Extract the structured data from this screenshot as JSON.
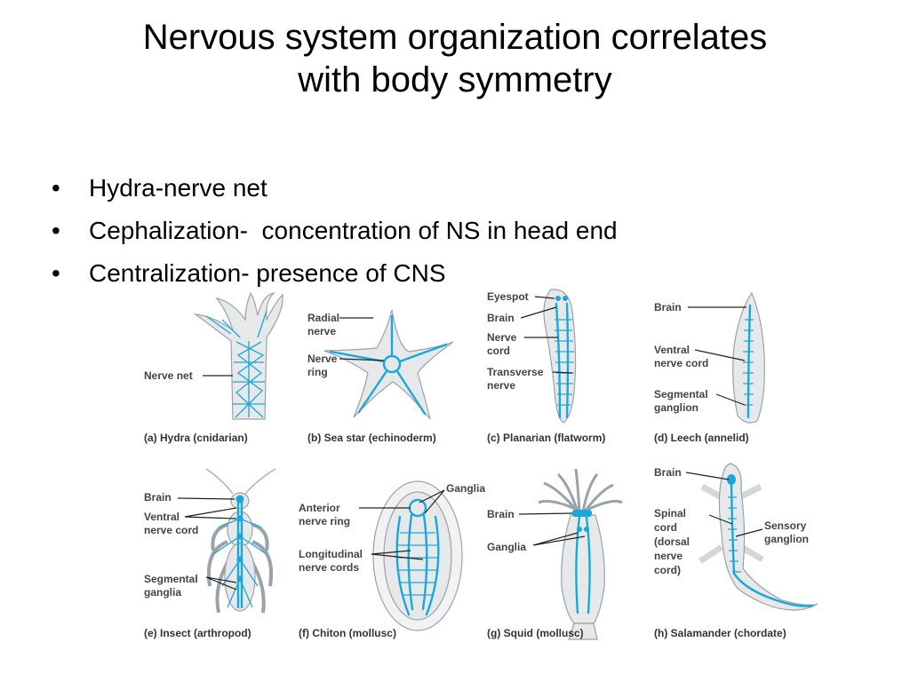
{
  "slide": {
    "title_line1": "Nervous system organization correlates",
    "title_line2": "with body symmetry",
    "bullets": [
      "Hydra-nerve net",
      "Cephalization-  concentration of NS in head end",
      "Centralization- presence of CNS"
    ]
  },
  "figure": {
    "panels": [
      {
        "caption": "(a) Hydra (cnidarian)",
        "labels": [
          "Nerve net"
        ]
      },
      {
        "caption": "(b) Sea star (echinoderm)",
        "labels": [
          "Radial",
          "nerve",
          "Nerve",
          "ring"
        ]
      },
      {
        "caption": "(c) Planarian (flatworm)",
        "labels": [
          "Eyespot",
          "Brain",
          "Nerve",
          "cord",
          "Transverse",
          "nerve"
        ]
      },
      {
        "caption": "(d) Leech (annelid)",
        "labels": [
          "Brain",
          "Ventral",
          "nerve cord",
          "Segmental",
          "ganglion"
        ]
      },
      {
        "caption": "(e) Insect (arthropod)",
        "labels": [
          "Brain",
          "Ventral",
          "nerve cord",
          "Segmental",
          "ganglia"
        ]
      },
      {
        "caption": "(f) Chiton (mollusc)",
        "labels": [
          "Ganglia",
          "Anterior",
          "nerve ring",
          "Longitudinal",
          "nerve cords"
        ]
      },
      {
        "caption": "(g) Squid (mollusc)",
        "labels": [
          "Brain",
          "Ganglia"
        ]
      },
      {
        "caption": "(h) Salamander (chordate)",
        "labels": [
          "Brain",
          "Spinal",
          "cord",
          "(dorsal",
          "nerve",
          "cord)",
          "Sensory",
          "ganglion"
        ]
      }
    ]
  },
  "colors": {
    "nerve": "#19a9d9",
    "body": "#e6e8ea"
  }
}
